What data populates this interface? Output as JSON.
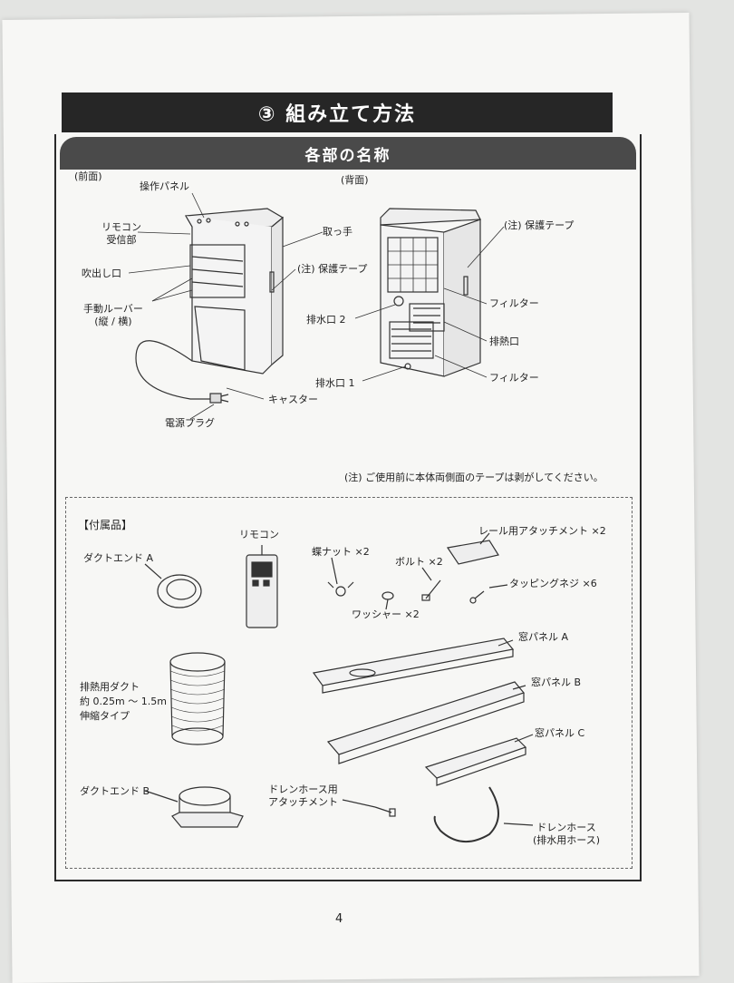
{
  "section_title": "③ 組み立て方法",
  "parts_header": "各部の名称",
  "front": {
    "caption": "(前面)",
    "labels": {
      "panel": "操作パネル",
      "receiver": "リモコン\n受信部",
      "outlet": "吹出し口",
      "louver": "手動ルーバー\n(縦 / 横)",
      "handle": "取っ手",
      "tape": "(注) 保護テープ",
      "caster": "キャスター",
      "plug": "電源プラグ"
    }
  },
  "back": {
    "caption": "(背面)",
    "labels": {
      "tape": "(注) 保護テープ",
      "filter_top": "フィルター",
      "drain2": "排水口 2",
      "exhaust": "排熱口",
      "drain1": "排水口 1",
      "filter_bottom": "フィルター"
    }
  },
  "tape_note": "(注) ご使用前に本体両側面のテープは剥がしてください。",
  "accessories": {
    "title": "【付属品】",
    "remote": "リモコン",
    "rail": "レール用アタッチメント ×2",
    "duct_end_a": "ダクトエンド A",
    "wing_nut": "蝶ナット ×2",
    "bolt": "ボルト ×2",
    "screw": "タッピングネジ ×6",
    "washer": "ワッシャー ×2",
    "window_a": "窓パネル A",
    "duct": "排熱用ダクト\n約 0.25m ～ 1.5m\n伸縮タイプ",
    "window_b": "窓パネル B",
    "window_c": "窓パネル C",
    "duct_end_b": "ダクトエンド B",
    "drain_att": "ドレンホース用\nアタッチメント",
    "drain_hose": "ドレンホース\n(排水用ホース)"
  },
  "page_number": "4"
}
